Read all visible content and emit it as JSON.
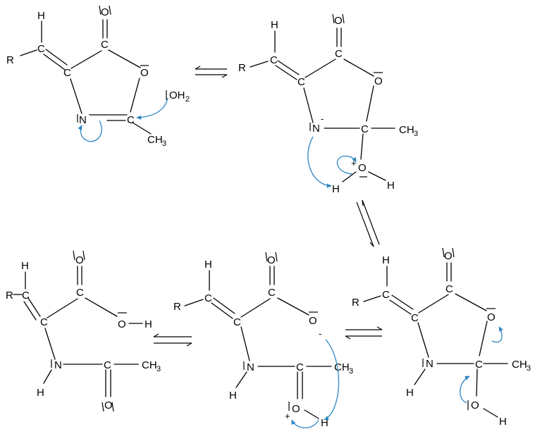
{
  "atoms": {
    "H": "H",
    "C": "C",
    "O": "O",
    "N": "N",
    "R": "R",
    "CH": "CH",
    "OH": "OH",
    "three": "3",
    "two": "2",
    "minus": "-",
    "plus": "+"
  },
  "colors": {
    "arrow": "#2e86c1",
    "bond": "#000000"
  },
  "icons": [
    "curved-electron-arrow-icon",
    "equilibrium-arrow-icon"
  ]
}
